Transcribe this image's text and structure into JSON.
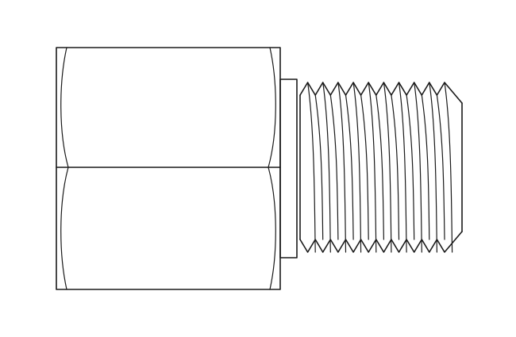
{
  "drawing": {
    "subject": "hex-female-to-male-pipe-thread-adapter",
    "line_color": "#1a1a1a",
    "background_color": "#ffffff",
    "view": "side-elevation",
    "thread": {
      "visible_crests": 10,
      "chamfered_tip": true
    }
  }
}
